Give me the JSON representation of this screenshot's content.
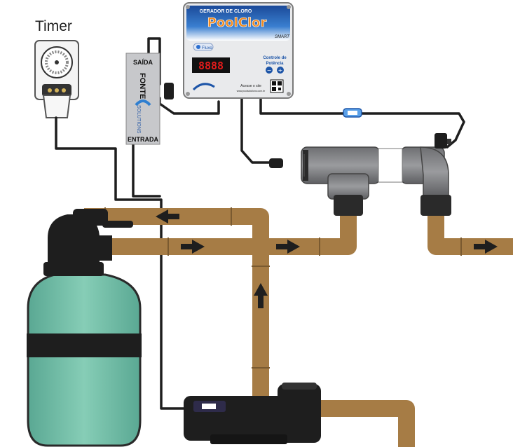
{
  "timer": {
    "label": "Timer"
  },
  "power_supply": {
    "output_label": "SAÍDA",
    "name": "FONTE",
    "brand": "SOLUTIONS",
    "input_label": "ENTRADA"
  },
  "chlorinator": {
    "subtitle": "GERADOR DE CLORO",
    "brand": "PoolClor",
    "model": "SMART",
    "flow_label": "Fluxo",
    "display_value": "8888",
    "power_control_line1": "Controle de",
    "power_control_line2": "Potência",
    "minus_label": "−",
    "plus_label": "+",
    "site_line1": "Acesse o site",
    "site_line2": "www.poolsolutions.com.br"
  },
  "colors": {
    "pipe": "#A67C45",
    "pipe_dark": "#5c4427",
    "tank": "#7DC3AD",
    "tank_band": "#1e1e1e",
    "housing_gray": "#8a8b8e",
    "panel_blue": "#1d55a8",
    "brand_orange": "#f28a1e",
    "display_red": "#e11b1b"
  }
}
